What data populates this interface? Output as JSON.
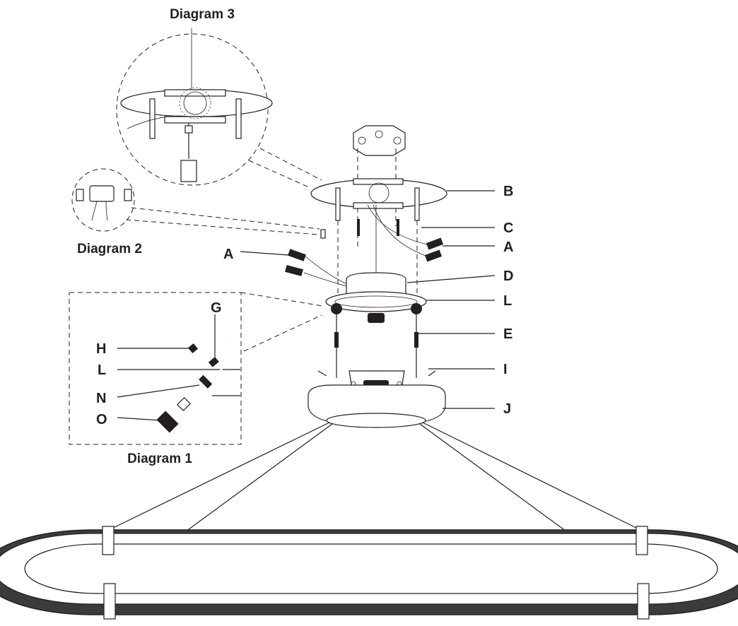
{
  "diagrams": {
    "diagram_1": "Diagram 1",
    "diagram_2": "Diagram 2",
    "diagram_3": "Diagram 3"
  },
  "callouts": {
    "B": "B",
    "C": "C",
    "A_right": "A",
    "A_left": "A",
    "D": "D",
    "L_right": "L",
    "E": "E",
    "I": "I",
    "J": "J",
    "G": "G",
    "H": "H",
    "L_detail": "L",
    "N": "N",
    "O": "O"
  },
  "colors": {
    "ink": "#231f20",
    "background": "#ffffff"
  }
}
